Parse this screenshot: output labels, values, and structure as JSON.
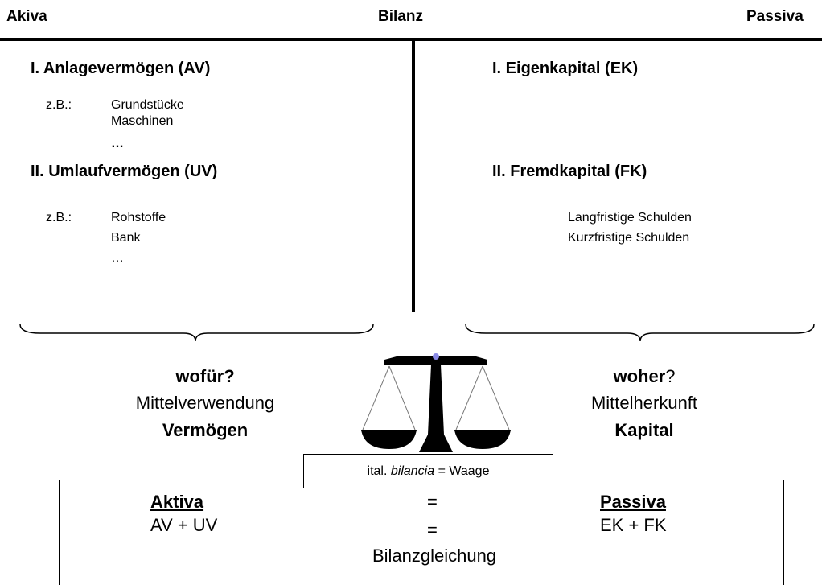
{
  "header": {
    "left": "Akiva",
    "title": "Bilanz",
    "right": "Passiva"
  },
  "left": {
    "av": {
      "title": "I. Anlagevermögen (AV)",
      "eg_label": "z.B.:",
      "items": [
        "Grundstücke",
        "Maschinen"
      ],
      "more": "…"
    },
    "uv": {
      "title": "II. Umlaufvermögen (UV)",
      "eg_label": "z.B.:",
      "items": [
        "Rohstoffe",
        "Bank"
      ],
      "more": "…"
    }
  },
  "right": {
    "ek": {
      "title": "I. Eigenkapital (EK)"
    },
    "fk": {
      "title": "II. Fremdkapital (FK)",
      "items": [
        "Langfristige Schulden",
        "Kurzfristige Schulden"
      ]
    }
  },
  "middle": {
    "left_question": "wofür?",
    "left_line1": "Mittelverwendung",
    "left_line2": "Vermögen",
    "right_question_bold": "woher",
    "right_question_mark": "?",
    "right_line1": "Mittelherkunft",
    "right_line2": "Kapital",
    "note_prefix": "ital. ",
    "note_word": "bilancia",
    "note_suffix": " = Waage"
  },
  "equation": {
    "left_head": "Aktiva",
    "left_formula": "AV + UV",
    "eq1": "=",
    "eq2": "=",
    "caption": "Bilanzgleichung",
    "right_head": "Passiva",
    "right_formula": "EK + FK"
  },
  "colors": {
    "ink": "#000000",
    "scale_dot": "#8a8ae6",
    "brace": "#000000"
  },
  "icons": [
    "scale-icon"
  ]
}
